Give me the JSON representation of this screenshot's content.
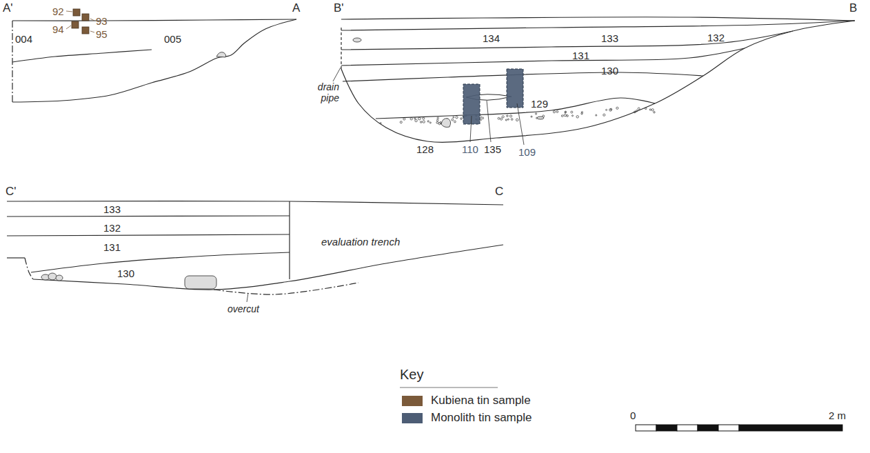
{
  "diagram": {
    "labels": [
      "A'",
      "A",
      "B'",
      "B",
      "004",
      "92",
      "93",
      "94",
      "95",
      "005",
      "drain pipe",
      "134",
      "133",
      "132",
      "131",
      "130",
      "129",
      "128",
      "110",
      "135",
      "109",
      "C'",
      "C",
      "133",
      "132",
      "131",
      "130",
      "evaluation trench",
      "overcut",
      "Key",
      "0",
      "2 m"
    ],
    "legend": [
      {
        "text": "Kubiena tin sample",
        "color": "#7b5a3a"
      },
      {
        "text": "Monolith tin sample",
        "color": "#4d5d75"
      }
    ]
  }
}
